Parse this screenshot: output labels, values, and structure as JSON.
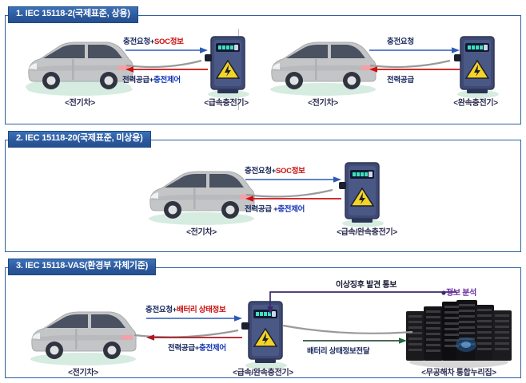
{
  "sections": [
    {
      "id": "sec1",
      "number": "1.",
      "standard": "IEC 15118-2",
      "paren": "(국제표준, 상용)",
      "title_full": "1. IEC 15118-2(국제표준, 상용)",
      "diagrams": [
        {
          "left_entity_label": "<전기차>",
          "right_entity_label": "<급속충전기>",
          "flows": [
            {
              "direction": "right",
              "color": "#2b5bb5",
              "label_parts": [
                {
                  "text": "충전요청+",
                  "color": "#1b2a5e"
                },
                {
                  "text": "SOC정보",
                  "color": "#cc1111"
                }
              ]
            },
            {
              "direction": "left",
              "color": "#cc1111",
              "label_parts": [
                {
                  "text": "전력공급+",
                  "color": "#1b2a5e"
                },
                {
                  "text": "충전제어",
                  "color": "#1436b8"
                }
              ]
            }
          ]
        },
        {
          "left_entity_label": "<전기차>",
          "right_entity_label": "<완속충전기>",
          "flows": [
            {
              "direction": "right",
              "color": "#2b5bb5",
              "label_parts": [
                {
                  "text": "충전요청",
                  "color": "#1b2a5e"
                }
              ]
            },
            {
              "direction": "left",
              "color": "#cc1111",
              "label_parts": [
                {
                  "text": "전력공급",
                  "color": "#1b2a5e"
                }
              ]
            }
          ]
        }
      ]
    },
    {
      "id": "sec2",
      "number": "2.",
      "standard": "IEC 15118-20",
      "paren": "(국제표준, 미상용)",
      "title_full": "2. IEC 15118-20(국제표준, 미상용)",
      "diagrams": [
        {
          "left_entity_label": "<전기차>",
          "right_entity_label": "<급속/완속충전기>",
          "flows": [
            {
              "direction": "right",
              "color": "#2b5bb5",
              "label_parts": [
                {
                  "text": "충전요청+",
                  "color": "#1b2a5e"
                },
                {
                  "text": "SOC정보",
                  "color": "#cc1111"
                }
              ]
            },
            {
              "direction": "left",
              "color": "#cc1111",
              "label_parts": [
                {
                  "text": "전력공급 +",
                  "color": "#1b2a5e"
                },
                {
                  "text": "충전제어",
                  "color": "#1436b8"
                }
              ]
            }
          ]
        }
      ]
    },
    {
      "id": "sec3",
      "number": "3.",
      "standard": "IEC 15118-VAS",
      "paren": "(환경부 자체기준)",
      "title_full": "3. IEC 15118-VAS(환경부 자체기준)",
      "diagrams": [
        {
          "left_entity_label": "<전기차>",
          "center_entity_label": "<급속/완속충전기>",
          "right_entity_label": "<무공해차 통합누리집>",
          "flows": [
            {
              "direction": "right",
              "color": "#2b5bb5",
              "label_parts": [
                {
                  "text": "충전요청+",
                  "color": "#1b2a5e"
                },
                {
                  "text": "배터리 상태정보",
                  "color": "#cc1111"
                }
              ]
            },
            {
              "direction": "left",
              "color": "#cc1111",
              "label_parts": [
                {
                  "text": "전력공급+",
                  "color": "#1b2a5e"
                },
                {
                  "text": "충전제어",
                  "color": "#1436b8"
                }
              ]
            },
            {
              "direction": "right",
              "color": "#14331f",
              "label_parts": [
                {
                  "text": "배터리 상태정보전달",
                  "color": "#1b2a5e"
                }
              ]
            },
            {
              "direction": "down-left",
              "color": "#3b2a6b",
              "label_parts": [
                {
                  "text": "이상징후 발견 통보",
                  "color": "#15152e"
                }
              ]
            },
            {
              "direction": "static",
              "color": "#6b2fa0",
              "label_parts": [
                {
                  "text": "정보 분석",
                  "color": "#6b2fa0"
                }
              ]
            }
          ]
        }
      ]
    }
  ],
  "labels": {
    "ev": "<전기차>",
    "fast_charger": "<급속충전기>",
    "slow_charger": "<완속충전기>",
    "both_charger": "<급속/완속충전기>",
    "portal": "<무공해차 통합누리집>"
  },
  "flow_texts": {
    "s1a_top_1": "충전요청+",
    "s1a_top_2": "SOC정보",
    "s1a_bot_1": "전력공급+",
    "s1a_bot_2": "충전제어",
    "s1b_top_1": "충전요청",
    "s1b_bot_1": "전력공급",
    "s2_top_1": "충전요청+",
    "s2_top_2": "SOC정보",
    "s2_bot_1": "전력공급 +",
    "s2_bot_2": "충전제어",
    "s3_top_1": "충전요청+",
    "s3_top_2": "배터리 상태정보",
    "s3_bot_1": "전력공급+",
    "s3_bot_2": "충전제어",
    "s3_right": "배터리 상태정보전달",
    "s3_alert": "이상징후 발견 통보",
    "s3_analysis": "정보 분석"
  },
  "icons": {
    "charger": "ev-charger-icon",
    "warning_triangle": "high-voltage-warning-icon",
    "battery_display": "battery-level-display-icon",
    "car": "electric-car-icon",
    "server": "server-rack-icon"
  },
  "colors": {
    "header_bar": "#2d5a9e",
    "frame_border": "#2f5fa0",
    "navy_text": "#1b2a5e",
    "red_accent": "#cc1111",
    "blue_accent": "#1436b8",
    "purple_accent": "#6b2fa0",
    "charger_body": "#3e4a74",
    "warning_yellow": "#f5d426",
    "car_body": "#c3c5c7",
    "ground_shadow": "#d6ece0"
  }
}
